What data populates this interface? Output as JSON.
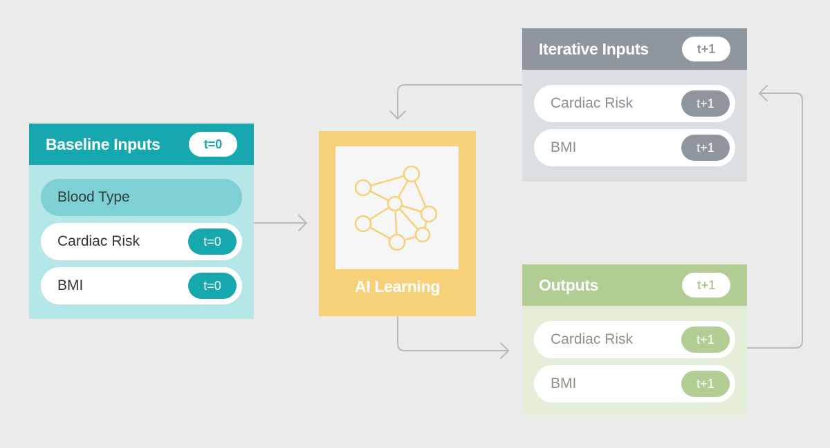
{
  "baseline": {
    "title": "Baseline Inputs",
    "badge": "t=0",
    "rows": [
      {
        "label": "Blood Type",
        "badge": ""
      },
      {
        "label": "Cardiac Risk",
        "badge": "t=0"
      },
      {
        "label": "BMI",
        "badge": "t=0"
      }
    ]
  },
  "ai": {
    "label": "AI Learning",
    "icon": "neural-network-icon"
  },
  "iterative": {
    "title": "Iterative Inputs",
    "badge": "t+1",
    "rows": [
      {
        "label": "Cardiac Risk",
        "badge": "t+1"
      },
      {
        "label": "BMI",
        "badge": "t+1"
      }
    ]
  },
  "outputs": {
    "title": "Outputs",
    "badge": "t+1",
    "rows": [
      {
        "label": "Cardiac Risk",
        "badge": "t+1"
      },
      {
        "label": "BMI",
        "badge": "t+1"
      }
    ]
  },
  "colors": {
    "baseline_accent": "#17a8af",
    "ai_accent": "#f6d17a",
    "iterative_accent": "#8f969d",
    "outputs_accent": "#b2cd93",
    "connector": "#b9b9b9"
  }
}
